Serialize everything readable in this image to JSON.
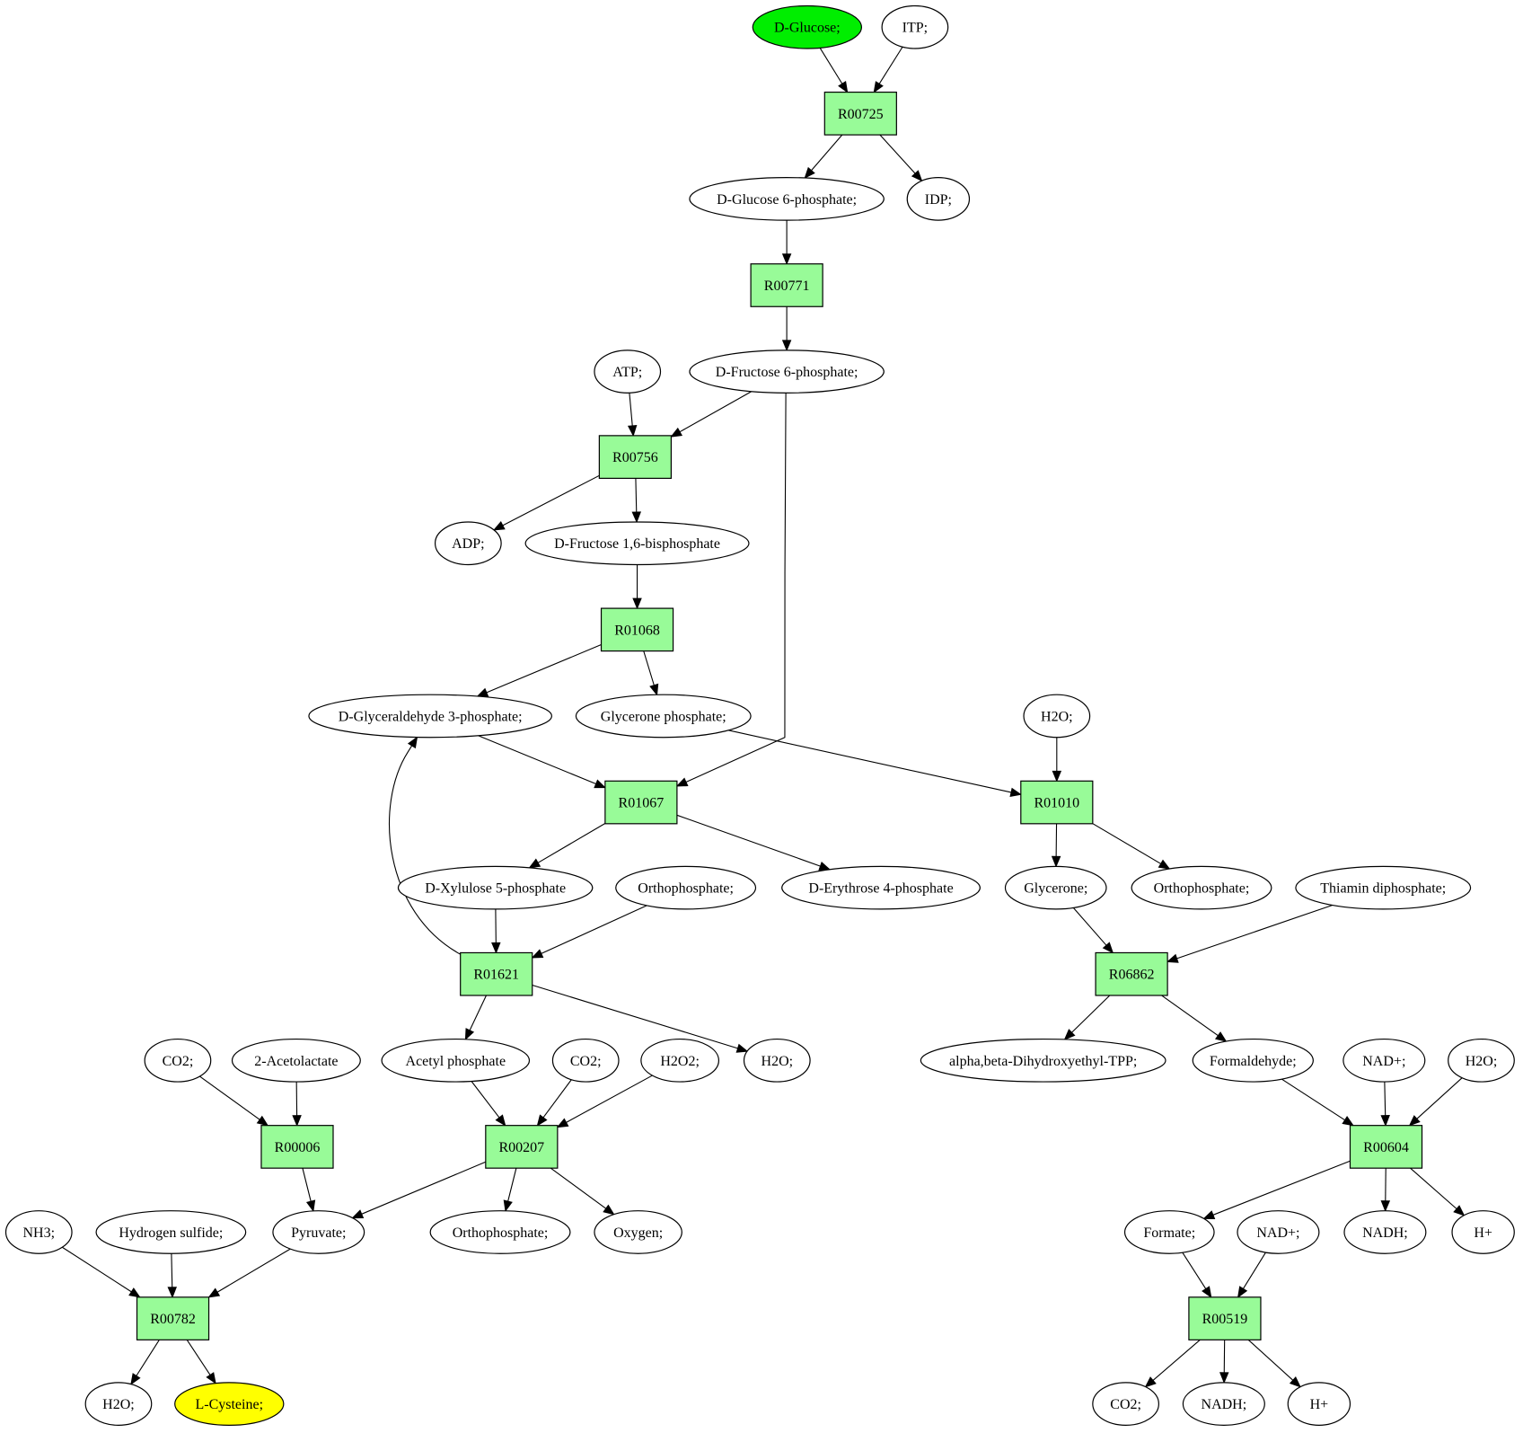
{
  "nodes": [
    {
      "id": "glucose",
      "label": "D-Glucose;",
      "kind": "compound",
      "role": "start",
      "fill": "#00ee00"
    },
    {
      "id": "itp",
      "label": "ITP;",
      "kind": "compound"
    },
    {
      "id": "R00725",
      "label": "R00725",
      "kind": "reaction"
    },
    {
      "id": "g6p",
      "label": "D-Glucose 6-phosphate;",
      "kind": "compound"
    },
    {
      "id": "idp",
      "label": "IDP;",
      "kind": "compound"
    },
    {
      "id": "R00771",
      "label": "R00771",
      "kind": "reaction"
    },
    {
      "id": "atp",
      "label": "ATP;",
      "kind": "compound"
    },
    {
      "id": "f6p",
      "label": "D-Fructose 6-phosphate;",
      "kind": "compound"
    },
    {
      "id": "R00756",
      "label": "R00756",
      "kind": "reaction"
    },
    {
      "id": "adp",
      "label": "ADP;",
      "kind": "compound"
    },
    {
      "id": "fbp",
      "label": "D-Fructose 1,6-bisphosphate",
      "kind": "compound"
    },
    {
      "id": "R01068",
      "label": "R01068",
      "kind": "reaction"
    },
    {
      "id": "gap",
      "label": "D-Glyceraldehyde 3-phosphate;",
      "kind": "compound"
    },
    {
      "id": "dhap",
      "label": "Glycerone phosphate;",
      "kind": "compound"
    },
    {
      "id": "h2o_a",
      "label": "H2O;",
      "kind": "compound"
    },
    {
      "id": "R01067",
      "label": "R01067",
      "kind": "reaction"
    },
    {
      "id": "R01010",
      "label": "R01010",
      "kind": "reaction"
    },
    {
      "id": "x5p",
      "label": "D-Xylulose 5-phosphate",
      "kind": "compound"
    },
    {
      "id": "pi_a",
      "label": "Orthophosphate;",
      "kind": "compound"
    },
    {
      "id": "e4p",
      "label": "D-Erythrose 4-phosphate",
      "kind": "compound"
    },
    {
      "id": "glycerone",
      "label": "Glycerone;",
      "kind": "compound"
    },
    {
      "id": "pi_b",
      "label": "Orthophosphate;",
      "kind": "compound"
    },
    {
      "id": "tpp",
      "label": "Thiamin diphosphate;",
      "kind": "compound"
    },
    {
      "id": "R01621",
      "label": "R01621",
      "kind": "reaction"
    },
    {
      "id": "R06862",
      "label": "R06862",
      "kind": "reaction"
    },
    {
      "id": "co2_a",
      "label": "CO2;",
      "kind": "compound"
    },
    {
      "id": "acetolactate",
      "label": "2-Acetolactate",
      "kind": "compound"
    },
    {
      "id": "acetylp",
      "label": "Acetyl phosphate",
      "kind": "compound"
    },
    {
      "id": "co2_b",
      "label": "CO2;",
      "kind": "compound"
    },
    {
      "id": "h2o2",
      "label": "H2O2;",
      "kind": "compound"
    },
    {
      "id": "h2o_b",
      "label": "H2O;",
      "kind": "compound"
    },
    {
      "id": "dhe_tpp",
      "label": "alpha,beta-Dihydroxyethyl-TPP;",
      "kind": "compound"
    },
    {
      "id": "formaldehyde",
      "label": "Formaldehyde;",
      "kind": "compound"
    },
    {
      "id": "nadp_a",
      "label": "NAD+;",
      "kind": "compound"
    },
    {
      "id": "h2o_c",
      "label": "H2O;",
      "kind": "compound"
    },
    {
      "id": "R00006",
      "label": "R00006",
      "kind": "reaction"
    },
    {
      "id": "R00207",
      "label": "R00207",
      "kind": "reaction"
    },
    {
      "id": "R00604",
      "label": "R00604",
      "kind": "reaction"
    },
    {
      "id": "nh3",
      "label": "NH3;",
      "kind": "compound"
    },
    {
      "id": "h2s",
      "label": "Hydrogen sulfide;",
      "kind": "compound"
    },
    {
      "id": "pyruvate",
      "label": "Pyruvate;",
      "kind": "compound"
    },
    {
      "id": "pi_c",
      "label": "Orthophosphate;",
      "kind": "compound"
    },
    {
      "id": "oxygen",
      "label": "Oxygen;",
      "kind": "compound"
    },
    {
      "id": "formate",
      "label": "Formate;",
      "kind": "compound"
    },
    {
      "id": "nadp_b",
      "label": "NAD+;",
      "kind": "compound"
    },
    {
      "id": "nadh_a",
      "label": "NADH;",
      "kind": "compound"
    },
    {
      "id": "hplus_a",
      "label": "H+",
      "kind": "compound"
    },
    {
      "id": "R00782",
      "label": "R00782",
      "kind": "reaction"
    },
    {
      "id": "R00519",
      "label": "R00519",
      "kind": "reaction"
    },
    {
      "id": "h2o_d",
      "label": "H2O;",
      "kind": "compound"
    },
    {
      "id": "cysteine",
      "label": "L-Cysteine;",
      "kind": "compound",
      "role": "target",
      "fill": "#ffff00"
    },
    {
      "id": "co2_c",
      "label": "CO2;",
      "kind": "compound"
    },
    {
      "id": "nadh_b",
      "label": "NADH;",
      "kind": "compound"
    },
    {
      "id": "hplus_b",
      "label": "H+",
      "kind": "compound"
    }
  ],
  "edges": [
    [
      "glucose",
      "R00725"
    ],
    [
      "itp",
      "R00725"
    ],
    [
      "R00725",
      "g6p"
    ],
    [
      "R00725",
      "idp"
    ],
    [
      "g6p",
      "R00771"
    ],
    [
      "R00771",
      "f6p"
    ],
    [
      "atp",
      "R00756"
    ],
    [
      "f6p",
      "R00756"
    ],
    [
      "R00756",
      "adp"
    ],
    [
      "R00756",
      "fbp"
    ],
    [
      "f6p",
      "R01067"
    ],
    [
      "fbp",
      "R01068"
    ],
    [
      "R01068",
      "gap"
    ],
    [
      "R01068",
      "dhap"
    ],
    [
      "gap",
      "R01067"
    ],
    [
      "dhap",
      "R01010"
    ],
    [
      "h2o_a",
      "R01010"
    ],
    [
      "R01067",
      "x5p"
    ],
    [
      "R01067",
      "e4p"
    ],
    [
      "R01010",
      "glycerone"
    ],
    [
      "R01010",
      "pi_b"
    ],
    [
      "x5p",
      "R01621"
    ],
    [
      "pi_a",
      "R01621"
    ],
    [
      "R01621",
      "gap"
    ],
    [
      "R01621",
      "acetylp"
    ],
    [
      "R01621",
      "h2o_b"
    ],
    [
      "glycerone",
      "R06862"
    ],
    [
      "tpp",
      "R06862"
    ],
    [
      "R06862",
      "dhe_tpp"
    ],
    [
      "R06862",
      "formaldehyde"
    ],
    [
      "co2_a",
      "R00006"
    ],
    [
      "acetolactate",
      "R00006"
    ],
    [
      "R00006",
      "pyruvate"
    ],
    [
      "acetylp",
      "R00207"
    ],
    [
      "co2_b",
      "R00207"
    ],
    [
      "h2o2",
      "R00207"
    ],
    [
      "R00207",
      "pyruvate"
    ],
    [
      "R00207",
      "pi_c"
    ],
    [
      "R00207",
      "oxygen"
    ],
    [
      "formaldehyde",
      "R00604"
    ],
    [
      "nadp_a",
      "R00604"
    ],
    [
      "h2o_c",
      "R00604"
    ],
    [
      "R00604",
      "formate"
    ],
    [
      "R00604",
      "nadh_a"
    ],
    [
      "R00604",
      "hplus_a"
    ],
    [
      "nh3",
      "R00782"
    ],
    [
      "h2s",
      "R00782"
    ],
    [
      "pyruvate",
      "R00782"
    ],
    [
      "R00782",
      "h2o_d"
    ],
    [
      "R00782",
      "cysteine"
    ],
    [
      "formate",
      "R00519"
    ],
    [
      "nadp_b",
      "R00519"
    ],
    [
      "R00519",
      "co2_c"
    ],
    [
      "R00519",
      "nadh_b"
    ],
    [
      "R00519",
      "hplus_b"
    ]
  ],
  "colors": {
    "start_compound": "#00ee00",
    "target_compound": "#ffff00",
    "reaction": "#98fb98",
    "compound": "#ffffff"
  }
}
